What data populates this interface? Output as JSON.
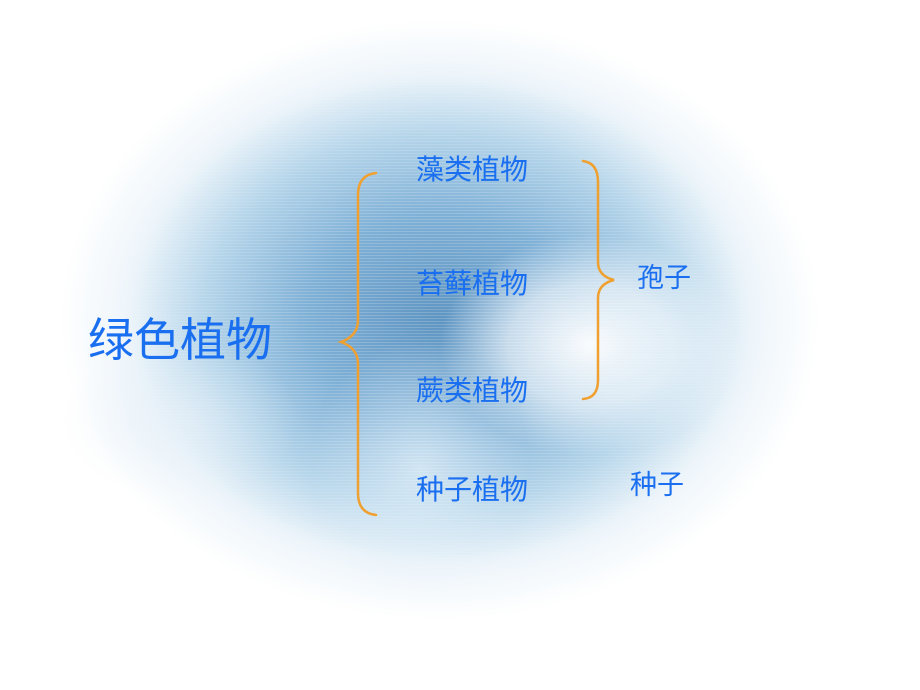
{
  "slide": {
    "root": {
      "label": "绿色植物"
    },
    "categories": [
      {
        "label": "藻类植物"
      },
      {
        "label": "苔藓植物"
      },
      {
        "label": "蕨类植物"
      },
      {
        "label": "种子植物"
      }
    ],
    "reproduction": [
      {
        "label": "孢子",
        "groups": [
          "藻类植物",
          "苔藓植物",
          "蕨类植物"
        ]
      },
      {
        "label": "种子",
        "groups": [
          "种子植物"
        ]
      }
    ],
    "colors": {
      "text": "#1a6ff0",
      "brace": "#f0a030",
      "background_sky": "#6a9fc9"
    }
  }
}
